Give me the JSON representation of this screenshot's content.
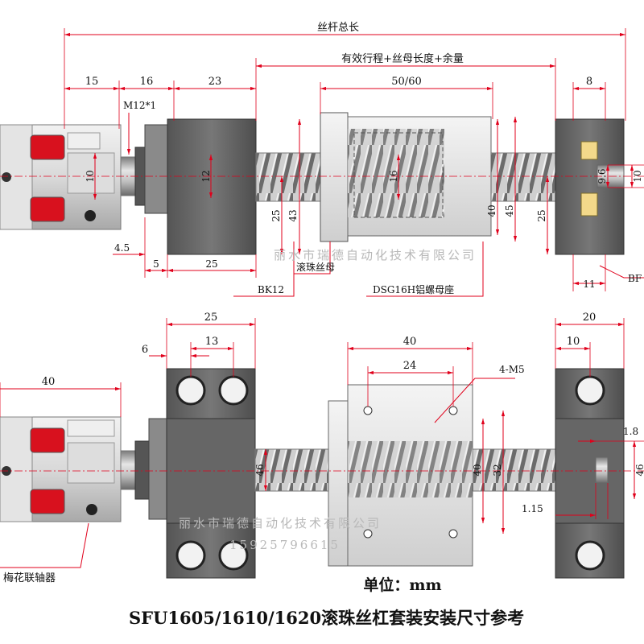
{
  "title": "SFU1605/1610/1620滚珠丝杠套装安装尺寸参考",
  "unit": "单位：mm",
  "watermark": {
    "company": "丽水市瑞德自动化技术有限公司",
    "phone": "15925796615"
  },
  "top_view": {
    "total_length": "丝杆总长",
    "effective_stroke": "有效行程+丝母长度+余量",
    "dims": {
      "d15": "15",
      "d16": "16",
      "d23": "23",
      "d50_60": "50/60",
      "d8": "8",
      "m12": "M12*1",
      "d10_left": "10",
      "d12": "12",
      "d16_nut": "16",
      "d25_a": "25",
      "d43": "43",
      "d40": "40",
      "d45": "45",
      "d25_b": "25",
      "d9_6": "9.6",
      "d10_right": "10",
      "d4_5": "4.5",
      "d5": "5",
      "d25_bottom": "25",
      "d11": "11"
    },
    "labels": {
      "ball_nut": "滚珠丝母",
      "bk12": "BK12",
      "nut_seat": "DSG16H铝螺母座",
      "bf_partial": "BF"
    }
  },
  "bottom_view": {
    "dims": {
      "d25": "25",
      "d13": "13",
      "d6": "6",
      "d40_left": "40",
      "d40_nut": "40",
      "d24": "24",
      "m5": "4-M5",
      "d20": "20",
      "d10": "10",
      "d46": "46",
      "d40_v": "40",
      "d32": "32",
      "d1_8": "1.8",
      "d46_right": "46",
      "d1_15": "1.15"
    },
    "labels": {
      "coupling": "梅花联轴器"
    }
  }
}
